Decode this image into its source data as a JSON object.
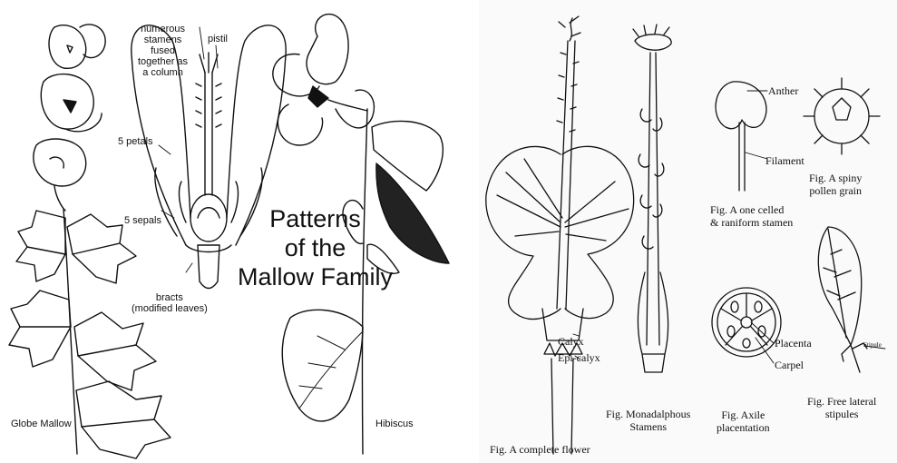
{
  "left_panel": {
    "title_lines": [
      "Patterns",
      "of the",
      "Mallow Family"
    ],
    "labels": {
      "stamens_lines": [
        "numerous",
        "stamens",
        "fused",
        "together as",
        "a column"
      ],
      "pistil": "pistil",
      "petals": "5 petals",
      "sepals": "5 sepals",
      "bracts_lines": [
        "bracts",
        "(modified leaves)"
      ],
      "globe_mallow": "Globe Mallow",
      "hibiscus": "Hibiscus"
    }
  },
  "right_panel": {
    "labels": {
      "calyx": "Calyx",
      "epicalyx": "Epi-calyx",
      "complete_flower": "Fig. A complete flower",
      "monadelphous_lines": [
        "Fig. Monadalphous",
        "Stamens"
      ],
      "anther": "Anther",
      "filament": "Filament",
      "one_celled_lines": [
        "Fig. A one celled",
        "& raniform stamen"
      ],
      "spiny_lines": [
        "Fig. A spiny",
        "pollen grain"
      ],
      "placenta": "Placenta",
      "carpel": "Carpel",
      "axile_lines": [
        "Fig. Axile",
        "placentation"
      ],
      "stipule": "Stipule",
      "free_lateral_lines": [
        "Fig. Free lateral",
        "stipules"
      ]
    }
  }
}
